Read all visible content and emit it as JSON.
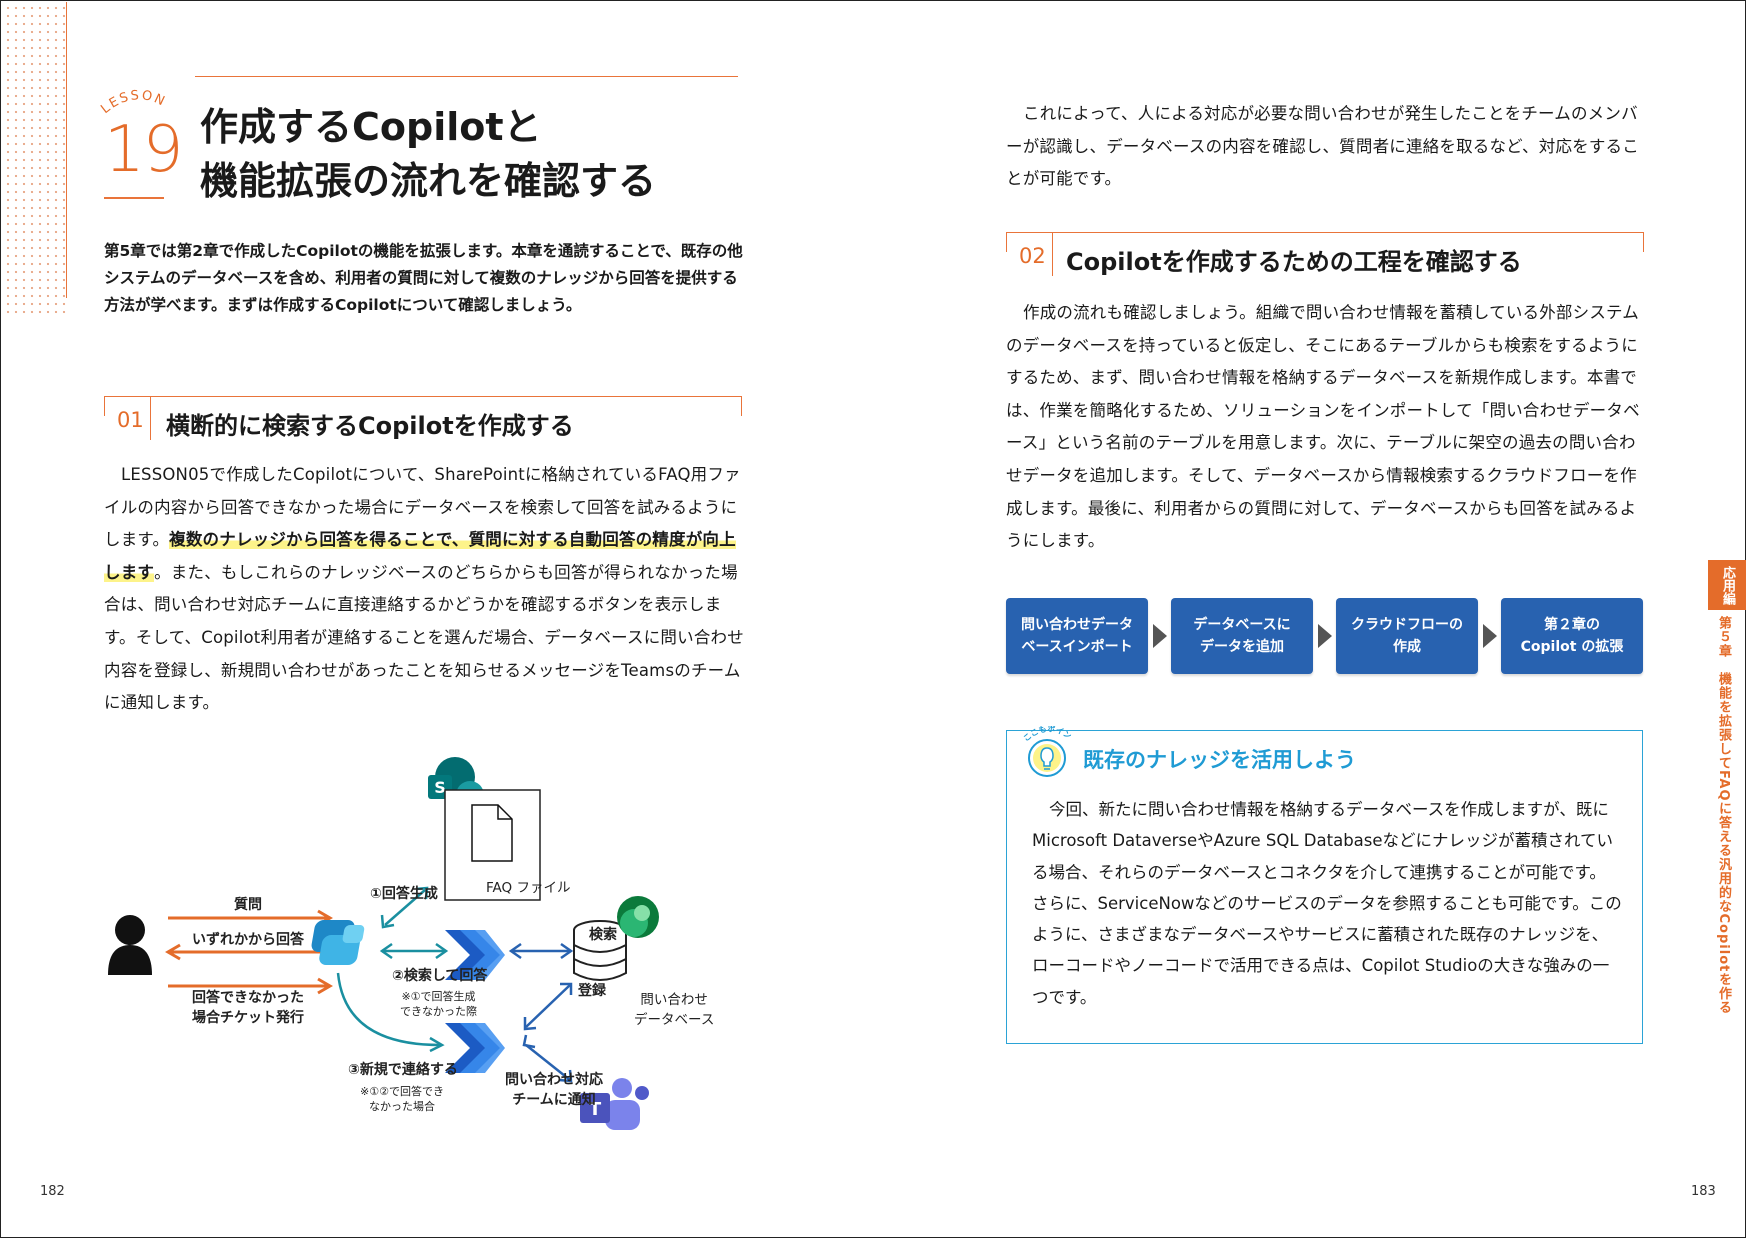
{
  "lesson": {
    "word": "LESSON",
    "number": "19"
  },
  "title_lines": [
    "作成するCopilotと",
    "機能拡張の流れを確認する"
  ],
  "intro": "第5章では第2章で作成したCopilotの機能を拡張します。本章を通読することで、既存の他システムのデータベースを含め、利用者の質問に対して複数のナレッジから回答を提供する方法が学べます。まずは作成するCopilotについて確認しましょう。",
  "section1": {
    "num": "01",
    "title": "横断的に検索するCopilotを作成する",
    "body_pre": "LESSON05で作成したCopilotについて、SharePointに格納されているFAQ用ファイルの内容から回答できなかった場合にデータベースを検索して回答を試みるようにします。",
    "body_highlight": "複数のナレッジから回答を得ることで、質問に対する自動回答の精度が向上します",
    "body_post": "。また、もしこれらのナレッジベースのどちらからも回答が得られなかった場合は、問い合わせ対応チームに直接連絡するかどうかを確認するボタンを表示します。そして、Copilot利用者が連絡することを選んだ場合、データベースに問い合わせ内容を登録し、新規問い合わせがあったことを知らせるメッセージをTeamsのチームに通知します。"
  },
  "diagram": {
    "faq_file": "FAQ ファイル",
    "question": "質問",
    "either_answer": "いずれかから回答",
    "ticket": "回答できなかった\n場合チケット発行",
    "gen_answer": "①回答生成",
    "search_answer": "②検索して回答",
    "search_note": "※①で回答生成\nできなかった際",
    "new_contact": "③新規で連絡する",
    "new_contact_note": "※①②で回答でき\nなかった場合",
    "search": "検索",
    "register": "登録",
    "db": "問い合わせ\nデータベース",
    "notify": "問い合わせ対応\nチームに通知",
    "sharepoint_letter": "S",
    "teams_letter": "T"
  },
  "right_intro": "これによって、人による対応が必要な問い合わせが発生したことをチームのメンバーが認識し、データベースの内容を確認し、質問者に連絡を取るなど、対応をすることが可能です。",
  "section2": {
    "num": "02",
    "title": "Copilotを作成するための工程を確認する",
    "body": "作成の流れも確認しましょう。組織で問い合わせ情報を蓄積している外部システムのデータベースを持っていると仮定し、そこにあるテーブルからも検索をするようにするため、まず、問い合わせ情報を格納するデータベースを新規作成します。本書では、作業を簡略化するため、ソリューションをインポートして「問い合わせデータベース」という名前のテーブルを用意します。次に、テーブルに架空の過去の問い合わせデータを追加します。そして、データベースから情報検索するクラウドフローを作成します。最後に、利用者からの質問に対して、データベースからも回答を試みるようにします。"
  },
  "flow_steps": [
    "問い合わせデータ\nベースインポート",
    "データベースに\nデータを追加",
    "クラウドフローの\n作成",
    "第２章の\nCopilot の拡張"
  ],
  "point": {
    "badge": "ここもポイント！",
    "title": "既存のナレッジを活用しよう",
    "body": "今回、新たに問い合わせ情報を格納するデータベースを作成しますが、既にMicrosoft DataverseやAzure SQL Databaseなどにナレッジが蓄積されている場合、それらのデータベースとコネクタを介して連携することが可能です。さらに、ServiceNowなどのサービスのデータを参照することも可能です。このように、さまざまなデータベースやサービスに蓄積された既存のナレッジを、ローコードやノーコードで活用できる点は、Copilot Studioの大きな強みの一つです。"
  },
  "side_tab": {
    "label": "応用編",
    "chapter": "第５章　機能を拡張してFAQに答える汎用的なCopilotを作る"
  },
  "page_left": "182",
  "page_right": "183",
  "colors": {
    "accent": "#e46c2a",
    "flow_blue": "#2862b0",
    "point_blue": "#1f9bd4"
  }
}
